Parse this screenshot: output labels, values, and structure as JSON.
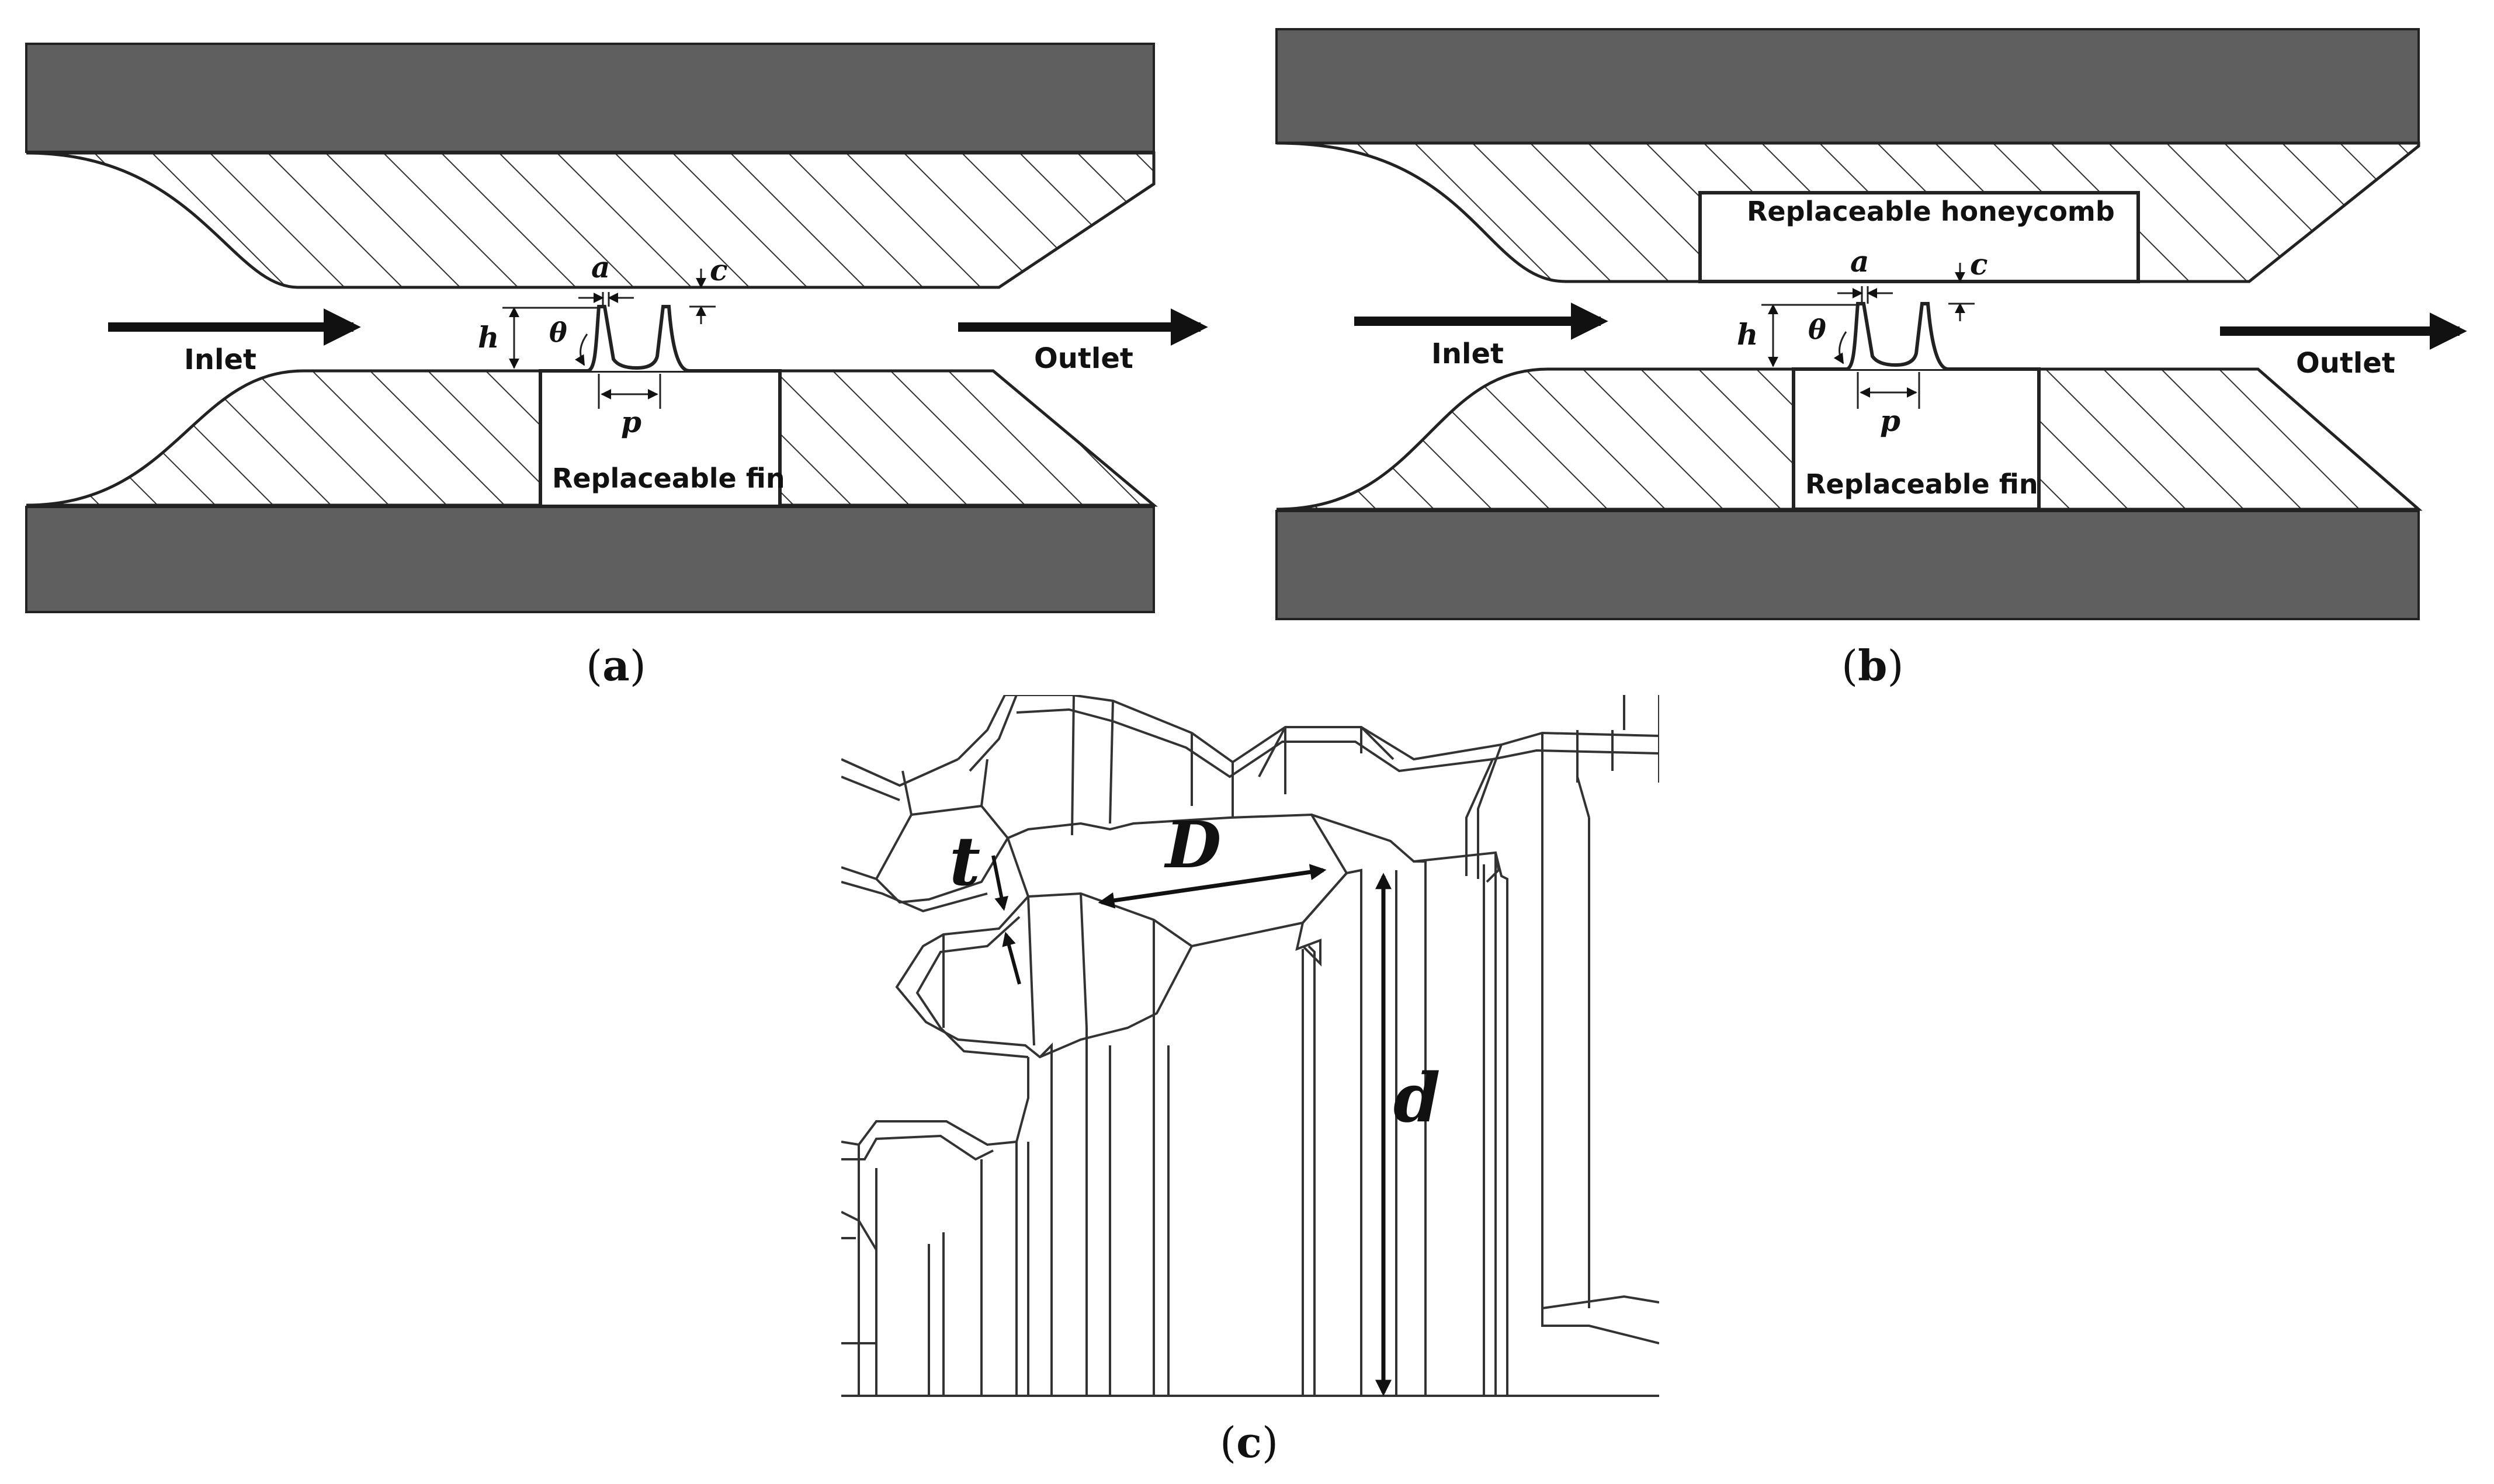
{
  "panel_a": {
    "inlet": "Inlet",
    "outlet": "Outlet",
    "fin_label": "Replaceable fin",
    "sym_a": "a",
    "sym_c": "c",
    "sym_h": "h",
    "sym_theta": "θ",
    "sym_p": "p",
    "caption_open": "(",
    "caption_letter": "a",
    "caption_close": ")"
  },
  "panel_b": {
    "inlet": "Inlet",
    "outlet": "Outlet",
    "fin_label": "Replaceable fin",
    "honeycomb_label": "Replaceable honeycomb",
    "sym_a": "a",
    "sym_c": "c",
    "sym_h": "h",
    "sym_theta": "θ",
    "sym_p": "p",
    "caption_open": "(",
    "caption_letter": "b",
    "caption_close": ")"
  },
  "panel_c": {
    "sym_t": "t",
    "sym_D": "D",
    "sym_d": "d",
    "caption_open": "(",
    "caption_letter": "c",
    "caption_close": ")"
  },
  "colors": {
    "wall": "#5f5f5f",
    "line": "#222222",
    "background": "#ffffff"
  }
}
